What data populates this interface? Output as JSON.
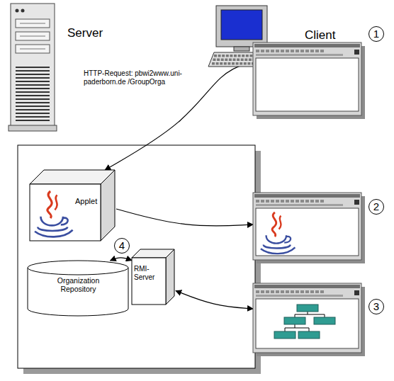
{
  "diagram": {
    "nodes": [
      {
        "text": [
          "Server"
        ]
      },
      {
        "text": [
          "Client"
        ]
      },
      {
        "text": [
          "Applet"
        ]
      },
      {
        "text": [
          "Organization Repository"
        ]
      },
      {
        "text": [
          "RMI-Server"
        ]
      },
      {
        "text": [
          "1"
        ]
      },
      {
        "text": [
          "2"
        ]
      },
      {
        "text": [
          "3"
        ]
      }
    ],
    "edges": [
      {
        "from": 5,
        "to": 2,
        "arrow": "to"
      },
      {
        "from": 2,
        "to": 6,
        "arrow": "to"
      },
      {
        "from": 3,
        "to": 4,
        "arrow": "both"
      },
      {
        "from": 4,
        "to": 7,
        "arrow": "both"
      }
    ],
    "labels": [
      "HTTP-Request: pbwi2www.uni-paderborn.de /GroupOrga",
      "4"
    ]
  }
}
